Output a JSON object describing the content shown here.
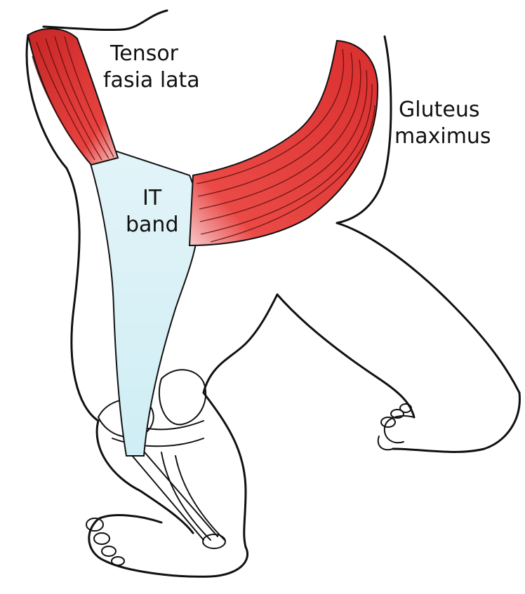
{
  "labels": {
    "tensor_line1": "Tensor",
    "tensor_line2": "fasia lata",
    "gluteus_line1": "Gluteus",
    "gluteus_line2": "maximus",
    "it_line1": "IT",
    "it_line2": "band"
  },
  "colors": {
    "muscle": "#e8423f",
    "muscle_dark": "#b81e1e",
    "it_band": "#d6f0f5",
    "outline": "#111111",
    "background": "#ffffff"
  }
}
